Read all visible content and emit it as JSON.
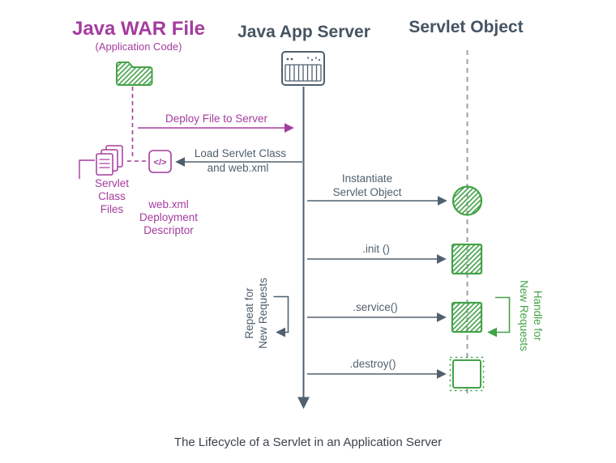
{
  "colors": {
    "magenta": "#a43c9e",
    "slate": "#50606f",
    "slate_dark": "#455462",
    "green": "#44a248",
    "lifeline_gray": "#98a3ad"
  },
  "columns": {
    "war": {
      "title": "Java WAR File",
      "subtitle": "(Application Code)"
    },
    "server": {
      "title": "Java App Server"
    },
    "servlet": {
      "title": "Servlet Object"
    }
  },
  "messages": {
    "deploy": "Deploy File to Server",
    "load1": "Load Servlet Class",
    "load2": "and web.xml",
    "instantiate1": "Instantiate",
    "instantiate2": "Servlet Object",
    "init": ".init ()",
    "service": ".service()",
    "destroy": ".destroy()"
  },
  "artifacts": {
    "servlet_class_files": [
      "Servlet",
      "Class",
      "Files"
    ],
    "webxml": [
      "web.xml",
      "Deployment",
      "Descriptor"
    ],
    "code_icon_text": "</>"
  },
  "annotations": {
    "repeat1": "Repeat for",
    "repeat2": "New Requests",
    "handle1": "Handle for",
    "handle2": "New Requests"
  },
  "caption": "The Lifecycle of a Servlet in an Application Server"
}
